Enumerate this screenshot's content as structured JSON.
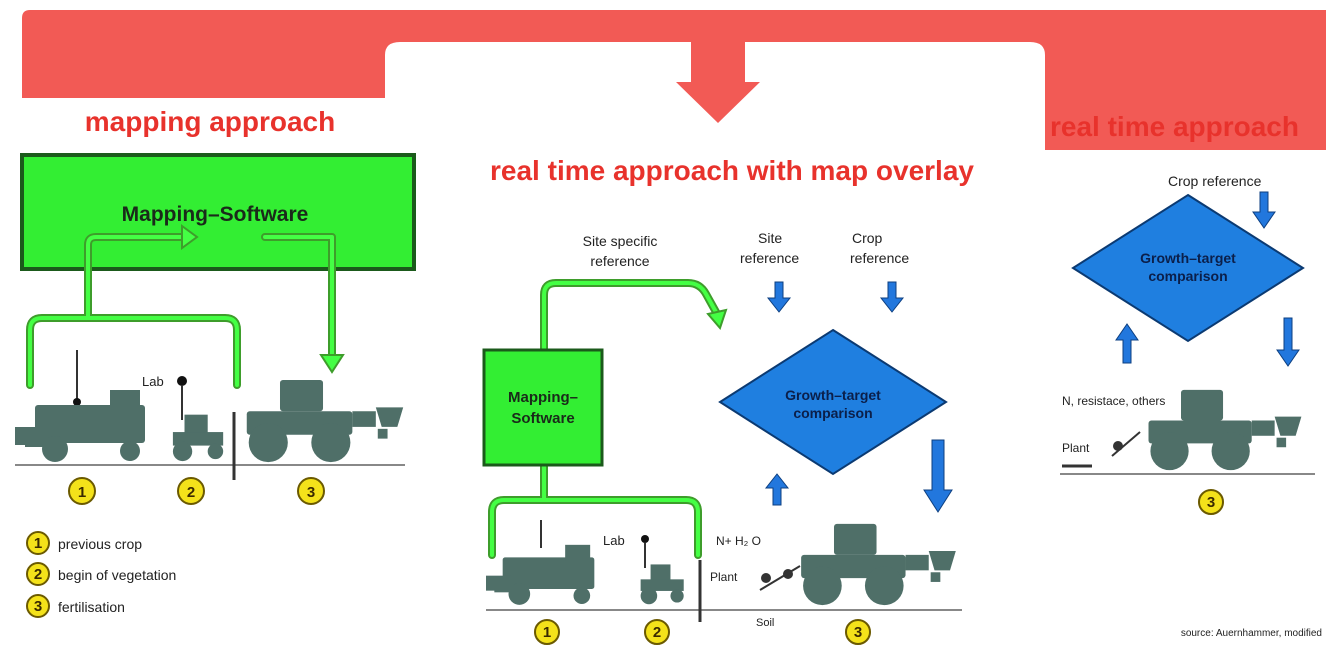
{
  "colors": {
    "banner": "#f25a55",
    "title": "#e8322c",
    "software_green": "#33ee33",
    "arrow_green": "#44dd33",
    "diamond_blue": "#1f7fe0",
    "arrow_blue": "#2277dd",
    "machine": "#4f6f68",
    "badge": "#f4e21a"
  },
  "sections": {
    "mapping": {
      "title": "mapping approach",
      "software": "Mapping–Software",
      "lab": "Lab",
      "badges": [
        "1",
        "2",
        "3"
      ],
      "legend": [
        {
          "num": "1",
          "text": "previous crop"
        },
        {
          "num": "2",
          "text": "begin of vegetation"
        },
        {
          "num": "3",
          "text": "fertilisation"
        }
      ]
    },
    "overlay": {
      "title": "real time approach with map overlay",
      "site_specific_ref_line1": "Site specific",
      "site_specific_ref_line2": "reference",
      "site_ref_line1": "Site",
      "site_ref_line2": "reference",
      "crop_ref_line1": "Crop",
      "crop_ref_line2": "reference",
      "software_line1": "Mapping–",
      "software_line2": "Software",
      "diamond_line1": "Growth–target",
      "diamond_line2": "comparison",
      "lab": "Lab",
      "sensor": "N+ H₂ O",
      "plant": "Plant",
      "soil": "Soil",
      "badges": [
        "1",
        "2",
        "3"
      ]
    },
    "realtime": {
      "title": "real time approach",
      "crop_ref": "Crop reference",
      "diamond_line1": "Growth–target",
      "diamond_line2": "comparison",
      "sensor": "N, resistace, others",
      "plant": "Plant",
      "badge": "3"
    }
  },
  "source": "source: Auernhammer, modified"
}
